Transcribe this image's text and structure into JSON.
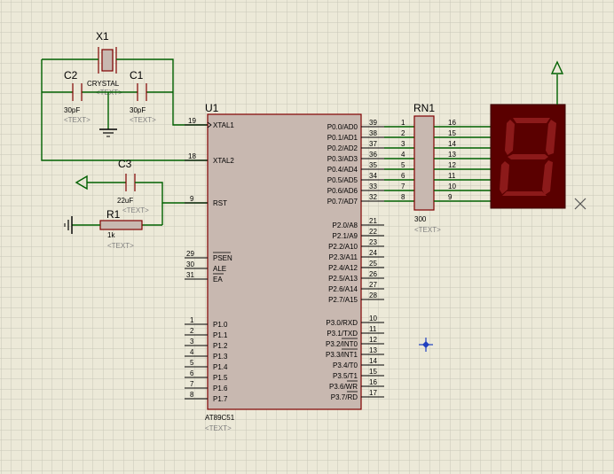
{
  "crystal": {
    "ref": "X1",
    "value": "CRYSTAL",
    "text": "<TEXT>"
  },
  "c2": {
    "ref": "C2",
    "value": "30pF",
    "text": "<TEXT>"
  },
  "c1": {
    "ref": "C1",
    "value": "30pF",
    "text": "<TEXT>"
  },
  "c3": {
    "ref": "C3",
    "value": "22uF",
    "text": "<TEXT>"
  },
  "r1": {
    "ref": "R1",
    "value": "1k",
    "text": "<TEXT>"
  },
  "rn1": {
    "ref": "RN1",
    "value": "300",
    "text": "<TEXT>",
    "left_pins": [
      "1",
      "2",
      "3",
      "4",
      "5",
      "6",
      "7",
      "8"
    ],
    "right_pins": [
      "16",
      "15",
      "14",
      "13",
      "12",
      "11",
      "10",
      "9"
    ]
  },
  "u1": {
    "ref": "U1",
    "part": "AT89C51",
    "text": "<TEXT>",
    "xtal1": {
      "num": "19",
      "name": "XTAL1"
    },
    "xtal2": {
      "num": "18",
      "name": "XTAL2"
    },
    "rst": {
      "num": "9",
      "name": "RST"
    },
    "ctrl": [
      {
        "num": "29",
        "name": "PSEN"
      },
      {
        "num": "30",
        "name": "ALE"
      },
      {
        "num": "31",
        "name": "EA"
      }
    ],
    "p1": [
      {
        "num": "1",
        "name": "P1.0"
      },
      {
        "num": "2",
        "name": "P1.1"
      },
      {
        "num": "3",
        "name": "P1.2"
      },
      {
        "num": "4",
        "name": "P1.3"
      },
      {
        "num": "5",
        "name": "P1.4"
      },
      {
        "num": "6",
        "name": "P1.5"
      },
      {
        "num": "7",
        "name": "P1.6"
      },
      {
        "num": "8",
        "name": "P1.7"
      }
    ],
    "p0": [
      {
        "num": "39",
        "name": "P0.0/AD0"
      },
      {
        "num": "38",
        "name": "P0.1/AD1"
      },
      {
        "num": "37",
        "name": "P0.2/AD2"
      },
      {
        "num": "36",
        "name": "P0.3/AD3"
      },
      {
        "num": "35",
        "name": "P0.4/AD4"
      },
      {
        "num": "34",
        "name": "P0.5/AD5"
      },
      {
        "num": "33",
        "name": "P0.6/AD6"
      },
      {
        "num": "32",
        "name": "P0.7/AD7"
      }
    ],
    "p2": [
      {
        "num": "21",
        "name": "P2.0/A8"
      },
      {
        "num": "22",
        "name": "P2.1/A9"
      },
      {
        "num": "23",
        "name": "P2.2/A10"
      },
      {
        "num": "24",
        "name": "P2.3/A11"
      },
      {
        "num": "25",
        "name": "P2.4/A12"
      },
      {
        "num": "26",
        "name": "P2.5/A13"
      },
      {
        "num": "27",
        "name": "P2.6/A14"
      },
      {
        "num": "28",
        "name": "P2.7/A15"
      }
    ],
    "p3": [
      {
        "num": "10",
        "name": "P3.0/RXD"
      },
      {
        "num": "11",
        "name": "P3.1/TXD"
      },
      {
        "num": "12",
        "name": "P3.2/INT0"
      },
      {
        "num": "13",
        "name": "P3.3/INT1"
      },
      {
        "num": "14",
        "name": "P3.4/T0"
      },
      {
        "num": "15",
        "name": "P3.5/T1"
      },
      {
        "num": "16",
        "name": "P3.6/WR"
      },
      {
        "num": "17",
        "name": "P3.7/RD"
      }
    ]
  },
  "colors": {
    "background": "#ece9d8",
    "grid": "#c9c6b8",
    "wire": "#006000",
    "component": "#800000",
    "chip_fill": "#c8b8b0",
    "display_body": "#5a0000",
    "display_segment": "#8c1a1a",
    "text_placeholder": "#7f7f7f",
    "marker": "#2040c0"
  }
}
